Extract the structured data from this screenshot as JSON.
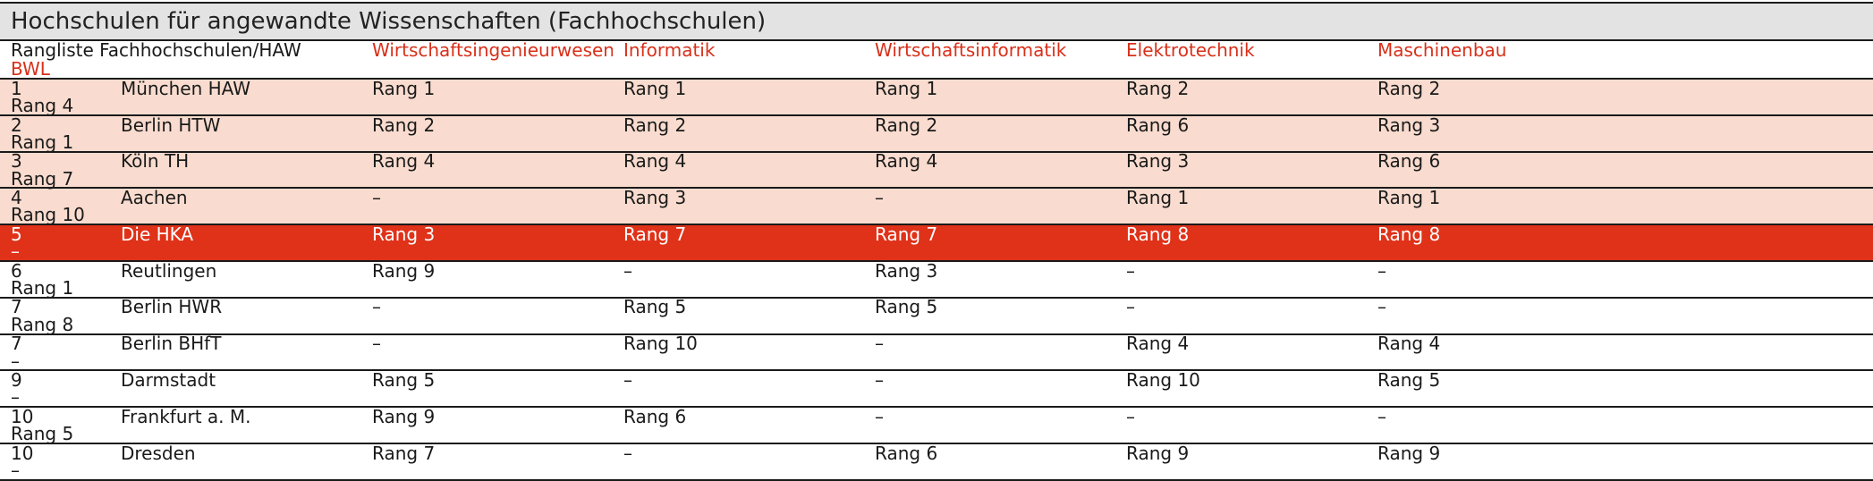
{
  "title": "Hochschulen für angewandte Wissenschaften (Fachhochschulen)",
  "header": {
    "ranking_label": "Rangliste Fachhochschulen/HAW",
    "subjects": [
      "Wirtschaftsingenieurwesen",
      "Informatik",
      "Wirtschaftsinformatik",
      "Elektrotechnik",
      "Maschinenbau",
      "BWL"
    ]
  },
  "colors": {
    "subject_header": "#d8301a",
    "tinted_row": "#f9dccf",
    "highlight_row": "#df3219",
    "title_bar": "#e3e3e3"
  },
  "rows": [
    {
      "rank": "1",
      "name": "München HAW",
      "style": "tinted",
      "values": [
        "Rang 1",
        "Rang 1",
        "Rang 1",
        "Rang 2",
        "Rang 2",
        "Rang 4"
      ]
    },
    {
      "rank": "2",
      "name": "Berlin HTW",
      "style": "tinted",
      "values": [
        "Rang 2",
        "Rang 2",
        "Rang 2",
        "Rang 6",
        "Rang 3",
        "Rang 1"
      ]
    },
    {
      "rank": "3",
      "name": "Köln TH",
      "style": "tinted",
      "values": [
        "Rang 4",
        "Rang 4",
        "Rang 4",
        "Rang 3",
        "Rang 6",
        "Rang 7"
      ]
    },
    {
      "rank": "4",
      "name": "Aachen",
      "style": "tinted",
      "values": [
        "–",
        "Rang 3",
        "–",
        "Rang 1",
        "Rang 1",
        "Rang 10"
      ]
    },
    {
      "rank": "5",
      "name": "Die HKA",
      "style": "highlight",
      "values": [
        "Rang 3",
        "Rang 7",
        "Rang 7",
        "Rang 8",
        "Rang 8",
        "–"
      ]
    },
    {
      "rank": "6",
      "name": "Reutlingen",
      "style": "plain",
      "values": [
        "Rang 9",
        "–",
        "Rang 3",
        "–",
        "–",
        "Rang 1"
      ]
    },
    {
      "rank": "7",
      "name": "Berlin HWR",
      "style": "plain",
      "values": [
        "–",
        "Rang 5",
        "Rang 5",
        "–",
        "–",
        "Rang 8"
      ]
    },
    {
      "rank": "7",
      "name": "Berlin BHfT",
      "style": "plain",
      "values": [
        "–",
        "Rang 10",
        "–",
        "Rang 4",
        "Rang 4",
        "–"
      ]
    },
    {
      "rank": "9",
      "name": "Darmstadt",
      "style": "plain",
      "values": [
        "Rang 5",
        "–",
        "–",
        "Rang 10",
        "Rang 5",
        "–"
      ]
    },
    {
      "rank": "10",
      "name": "Frankfurt a. M.",
      "style": "plain",
      "values": [
        "Rang 9",
        "Rang 6",
        "–",
        "–",
        "–",
        "Rang 5"
      ]
    },
    {
      "rank": "10",
      "name": "Dresden",
      "style": "plain",
      "values": [
        "Rang 7",
        "–",
        "Rang 6",
        "Rang 9",
        "Rang 9",
        "–"
      ]
    }
  ]
}
